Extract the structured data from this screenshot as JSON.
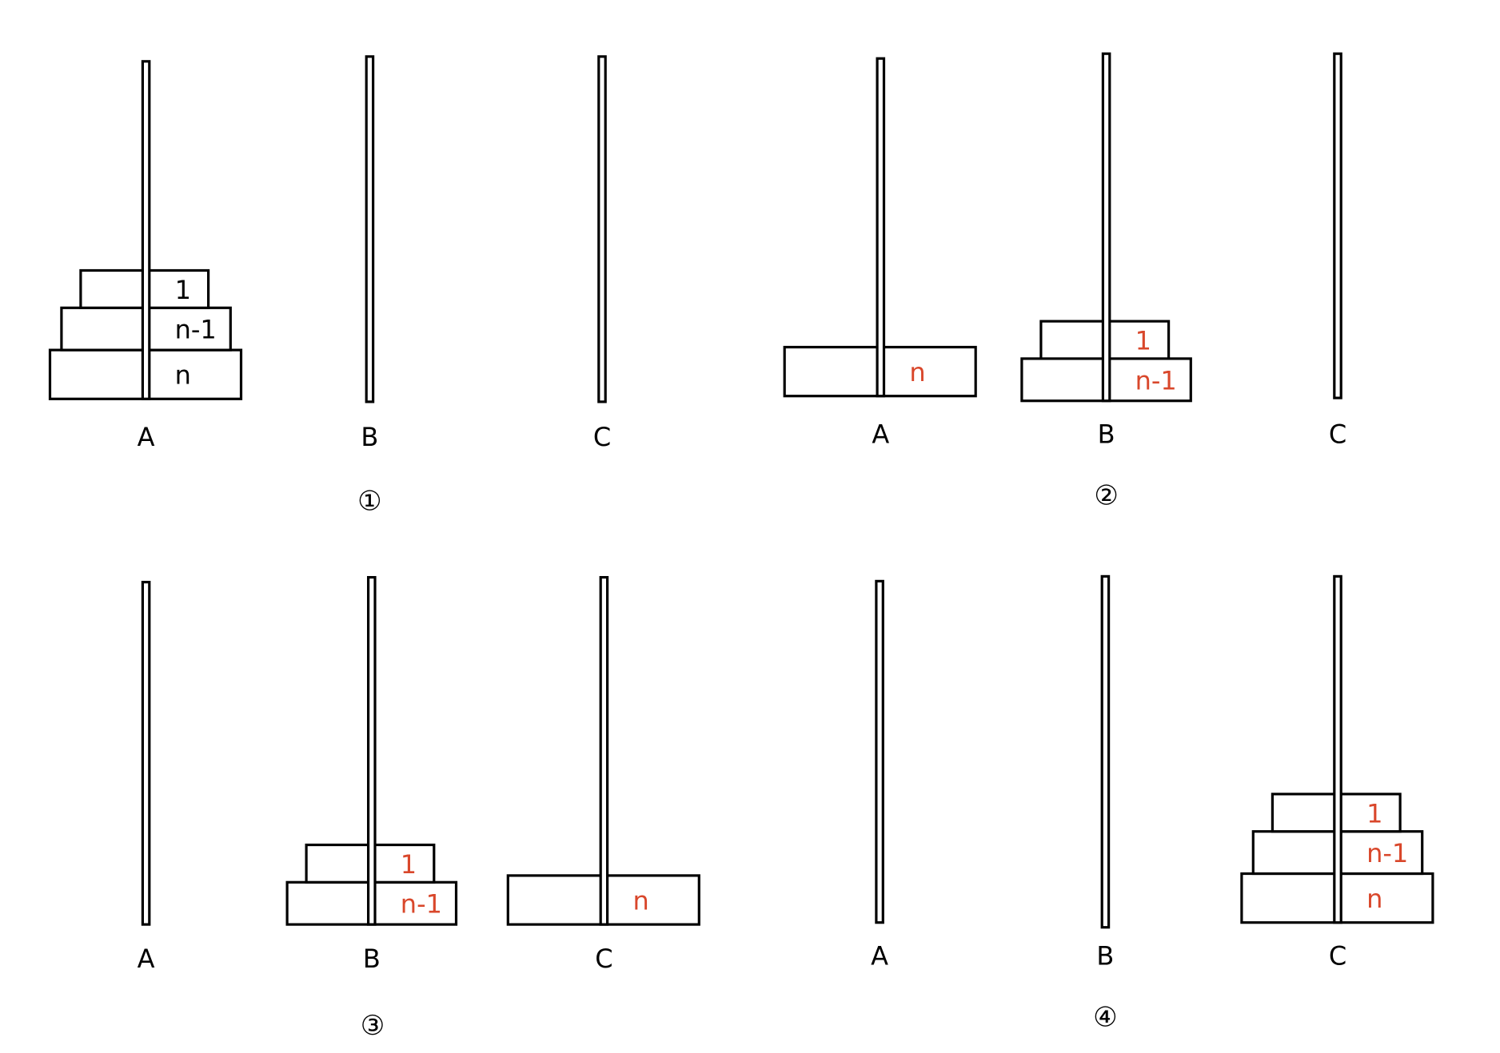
{
  "colors": {
    "ink": "#000000",
    "accent": "#d9472b",
    "background": "#ffffff"
  },
  "peg_names": [
    "A",
    "B",
    "C"
  ],
  "panels": [
    {
      "step_label": "①",
      "pegs": [
        {
          "name": "A",
          "disks": [
            {
              "label": "n",
              "color": "ink",
              "size": "large"
            },
            {
              "label": "n-1",
              "color": "ink",
              "size": "medium"
            },
            {
              "label": "1",
              "color": "ink",
              "size": "small"
            }
          ]
        },
        {
          "name": "B",
          "disks": []
        },
        {
          "name": "C",
          "disks": []
        }
      ]
    },
    {
      "step_label": "②",
      "pegs": [
        {
          "name": "A",
          "disks": [
            {
              "label": "n",
              "color": "accent",
              "size": "large"
            }
          ]
        },
        {
          "name": "B",
          "disks": [
            {
              "label": "n-1",
              "color": "accent",
              "size": "medium"
            },
            {
              "label": "1",
              "color": "accent",
              "size": "small"
            }
          ]
        },
        {
          "name": "C",
          "disks": []
        }
      ]
    },
    {
      "step_label": "③",
      "pegs": [
        {
          "name": "A",
          "disks": []
        },
        {
          "name": "B",
          "disks": [
            {
              "label": "n-1",
              "color": "accent",
              "size": "medium"
            },
            {
              "label": "1",
              "color": "accent",
              "size": "small"
            }
          ]
        },
        {
          "name": "C",
          "disks": [
            {
              "label": "n",
              "color": "accent",
              "size": "large"
            }
          ]
        }
      ]
    },
    {
      "step_label": "④",
      "pegs": [
        {
          "name": "A",
          "disks": []
        },
        {
          "name": "B",
          "disks": []
        },
        {
          "name": "C",
          "disks": [
            {
              "label": "n",
              "color": "accent",
              "size": "large"
            },
            {
              "label": "n-1",
              "color": "accent",
              "size": "medium"
            },
            {
              "label": "1",
              "color": "accent",
              "size": "small"
            }
          ]
        }
      ]
    }
  ]
}
